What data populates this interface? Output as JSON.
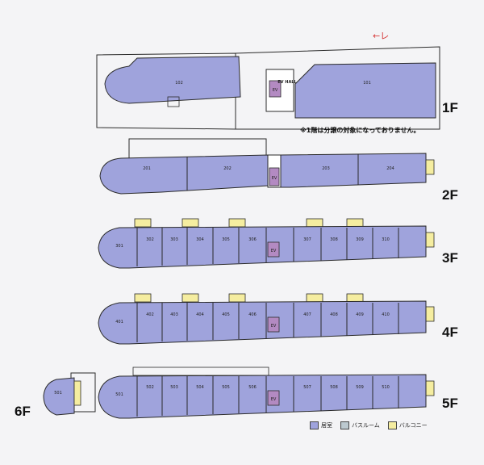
{
  "arrow_note": "←レ",
  "note_1f": "※1階は分譲の対象になっておりません。",
  "ev_hall_label": "EV HALL",
  "ev_label": "EV",
  "floors": {
    "f1": {
      "label": "1F",
      "rooms": [
        "102",
        "101"
      ]
    },
    "f2": {
      "label": "2F",
      "rooms": [
        "201",
        "202",
        "203",
        "204"
      ]
    },
    "f3": {
      "label": "3F",
      "rooms": [
        "301",
        "302",
        "303",
        "304",
        "305",
        "306",
        "307",
        "308",
        "309",
        "310"
      ]
    },
    "f4": {
      "label": "4F",
      "rooms": [
        "401",
        "402",
        "403",
        "404",
        "405",
        "406",
        "407",
        "408",
        "409",
        "410"
      ]
    },
    "f5": {
      "label": "5F",
      "rooms": [
        "501",
        "502",
        "503",
        "504",
        "505",
        "506",
        "507",
        "508",
        "509",
        "510"
      ]
    },
    "f6": {
      "label": "6F",
      "rooms": [
        "501"
      ]
    }
  },
  "legend": [
    {
      "label": "居室",
      "color": "#9fa3dc"
    },
    {
      "label": "バスルーム",
      "color": "#bcc9cf"
    },
    {
      "label": "バルコニー",
      "color": "#f5eda0"
    }
  ],
  "colors": {
    "room": "#9fa3dc",
    "bath": "#bcc9cf",
    "balcony": "#f5eda0",
    "ev": "#b38ac2",
    "line": "#2a2a2a"
  }
}
